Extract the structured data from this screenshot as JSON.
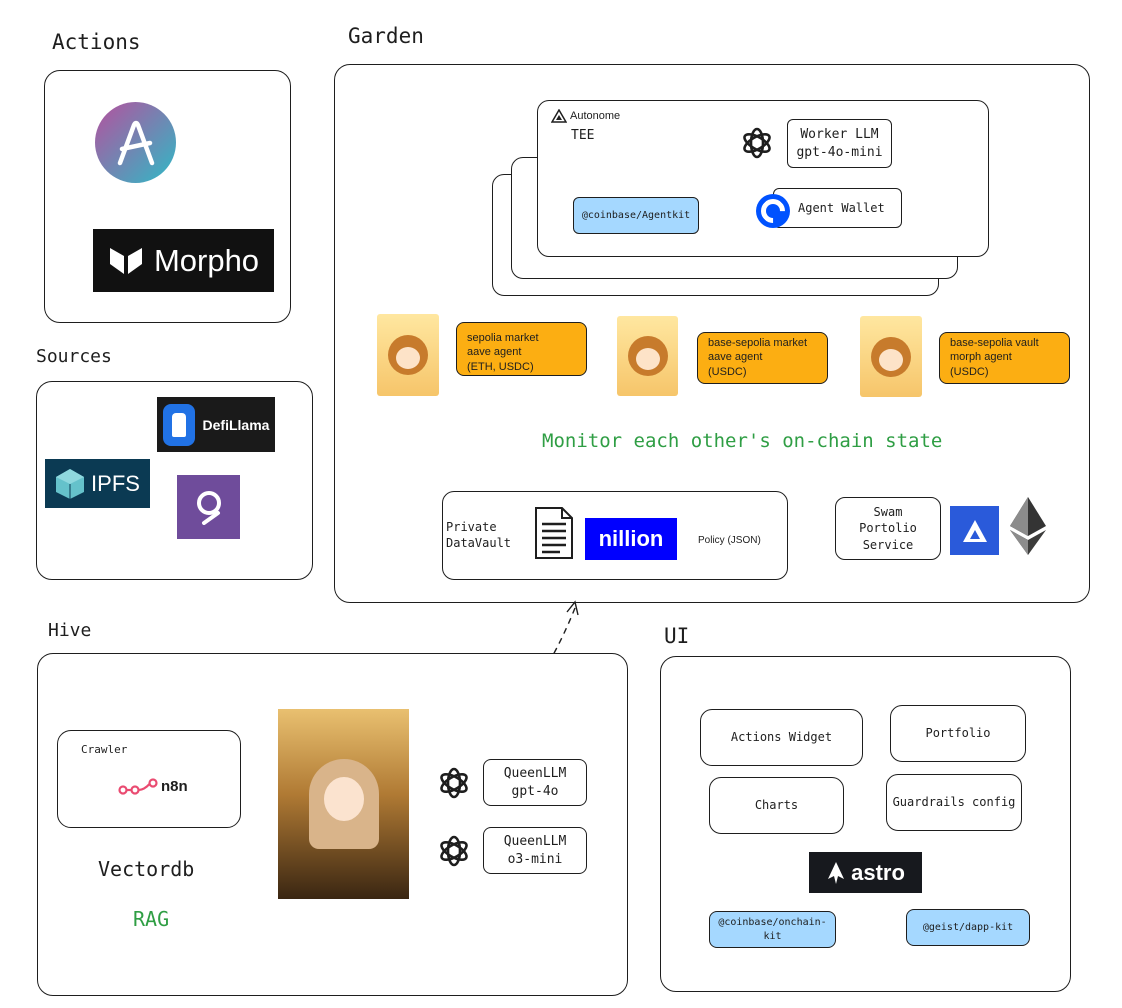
{
  "sections": {
    "actions": "Actions",
    "garden": "Garden",
    "sources": "Sources",
    "hive": "Hive",
    "ui": "UI"
  },
  "actions": {
    "morpho_logo_text": "Morpho"
  },
  "sources": {
    "defillama_text": "DefiLlama",
    "ipfs_text": "IPFS"
  },
  "garden": {
    "autonome_label": "Autonome",
    "tee_label": "TEE",
    "worker_llm": "Worker LLM\ngpt-4o-mini",
    "agentkit": "@coinbase/Agentkit",
    "agent_wallet": "Agent Wallet",
    "agents": [
      "sepolia market\naave agent\n(ETH, USDC)",
      "base-sepolia market\naave agent\n(USDC)",
      "base-sepolia vault\nmorph agent\n(USDC)"
    ],
    "monitor_text": "Monitor each other's on-chain state",
    "private_datavault": "Private\nDataVault",
    "nillion_text": "nillion",
    "policy": "Policy (JSON)",
    "swam_service": "Swam\nPortolio\nService"
  },
  "hive": {
    "crawler": "Crawler",
    "n8n": "n8n",
    "vectordb": "Vectordb",
    "rag": "RAG",
    "queen1": "QueenLLM\ngpt-4o",
    "queen2": "QueenLLM\no3-mini"
  },
  "ui": {
    "actions_widget": "Actions Widget",
    "portfolio": "Portfolio",
    "charts": "Charts",
    "guardrails": "Guardrails config",
    "astro_text": "astro",
    "onchain_kit": "@coinbase/onchain-kit",
    "dapp_kit": "@geist/dapp-kit"
  },
  "colors": {
    "agent_orange": "#fcae12",
    "chip_blue": "#a5d8ff",
    "monitor_green": "#2f9e44",
    "nillion_blue": "#0000ff",
    "astro_dark": "#17191e"
  }
}
